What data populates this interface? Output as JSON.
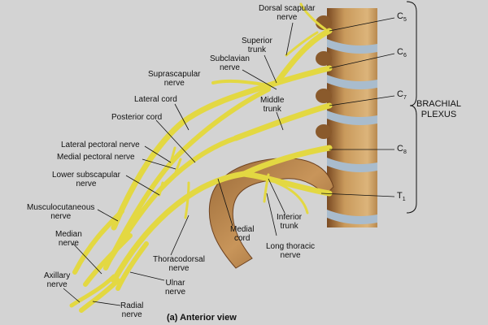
{
  "figure": {
    "caption": "(a) Anterior view",
    "group_label": [
      "BRACHIAL",
      "PLEXUS"
    ],
    "colors": {
      "background": "#d3d3d3",
      "nerve": "#e3d842",
      "nerve_edge": "#b9a920",
      "vertebra": "#c49a5e",
      "vertebra_dark": "#8a5a2c",
      "disc": "#a9bccd",
      "rib": "#b98952",
      "leader": "#111111"
    }
  },
  "roots": [
    {
      "base": "C",
      "sub": "5"
    },
    {
      "base": "C",
      "sub": "6"
    },
    {
      "base": "C",
      "sub": "7"
    },
    {
      "base": "C",
      "sub": "8"
    },
    {
      "base": "T",
      "sub": "1"
    }
  ],
  "labels": {
    "dorsal_scapular": [
      "Dorsal scapular",
      "nerve"
    ],
    "superior_trunk": [
      "Superior",
      "trunk"
    ],
    "subclavian": [
      "Subclavian",
      "nerve"
    ],
    "suprascapular": [
      "Suprascapular",
      "nerve"
    ],
    "lateral_cord": [
      "Lateral cord"
    ],
    "middle_trunk": [
      "Middle",
      "trunk"
    ],
    "posterior_cord": [
      "Posterior cord"
    ],
    "lateral_pectoral": [
      "Lateral pectoral nerve"
    ],
    "medial_pectoral": [
      "Medial pectoral nerve"
    ],
    "lower_subscapular": [
      "Lower subscapular",
      "nerve"
    ],
    "musculocutaneous": [
      "Musculocutaneous",
      "nerve"
    ],
    "median": [
      "Median",
      "nerve"
    ],
    "axillary": [
      "Axillary",
      "nerve"
    ],
    "radial": [
      "Radial",
      "nerve"
    ],
    "thoracodorsal": [
      "Thoracodorsal",
      "nerve"
    ],
    "ulnar": [
      "Ulnar",
      "nerve"
    ],
    "medial_cord": [
      "Medial",
      "cord"
    ],
    "inferior_trunk": [
      "Inferior",
      "trunk"
    ],
    "long_thoracic": [
      "Long thoracic",
      "nerve"
    ]
  }
}
